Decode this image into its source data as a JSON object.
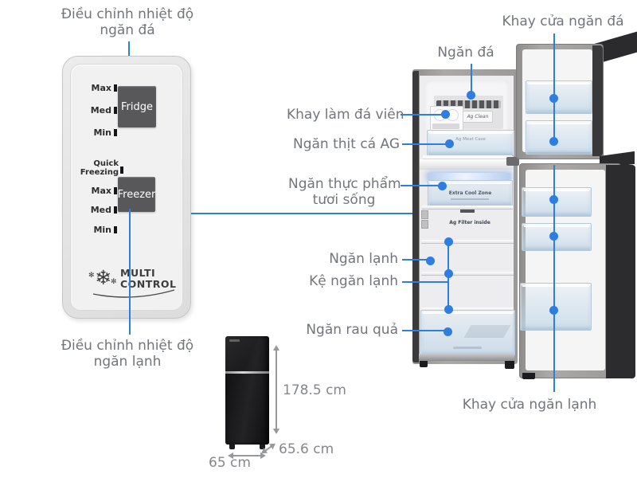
{
  "colors": {
    "accent_blue": "#2e7de1",
    "label_gray": "#72757b"
  },
  "labels": {
    "adjust_freezer_temp_l1": "Điều chỉnh nhiệt độ",
    "adjust_freezer_temp_l2": "ngăn đá",
    "adjust_fridge_temp_l1": "Điều chỉnh nhiệt độ",
    "adjust_fridge_temp_l2": "ngăn lạnh",
    "ngan_da": "Ngăn đá",
    "khay_cua_ngan_da": "Khay cửa ngăn đá",
    "khay_lam_da_vien": "Khay làm đá viên",
    "ngan_thit_ca_ag": "Ngăn thịt cá AG",
    "ngan_thuc_pham_l1": "Ngăn thực phẩm",
    "ngan_thuc_pham_l2": "tươi sống",
    "ngan_lanh": "Ngăn lạnh",
    "ke_ngan_lanh": "Kệ ngăn lạnh",
    "ngan_rau_qua": "Ngăn rau quả",
    "khay_cua_ngan_lanh": "Khay cửa ngăn lạnh"
  },
  "panel": {
    "fridge_button": "Fridge",
    "freezer_button": "Freezer",
    "fridge_levels": [
      "Max",
      "Med",
      "Min"
    ],
    "quick_freezing_l1": "Quick",
    "quick_freezing_l2": "Freezing",
    "freezer_levels": [
      "Max",
      "Med",
      "Min"
    ],
    "logo_l1": "MULTI",
    "logo_l2": "CONTROL"
  },
  "icons": {
    "snowflake": "❄",
    "sparkle": "✻"
  },
  "interior": {
    "ag_clean": "Ag Clean",
    "ag_meat_case": "Ag Meat Case",
    "extra_cool_zone": "Extra Cool Zone",
    "ag_filter": "Ag Filter inside"
  },
  "dimensions": {
    "height": "178.5 cm",
    "depth": "65.6 cm",
    "width": "65 cm"
  }
}
